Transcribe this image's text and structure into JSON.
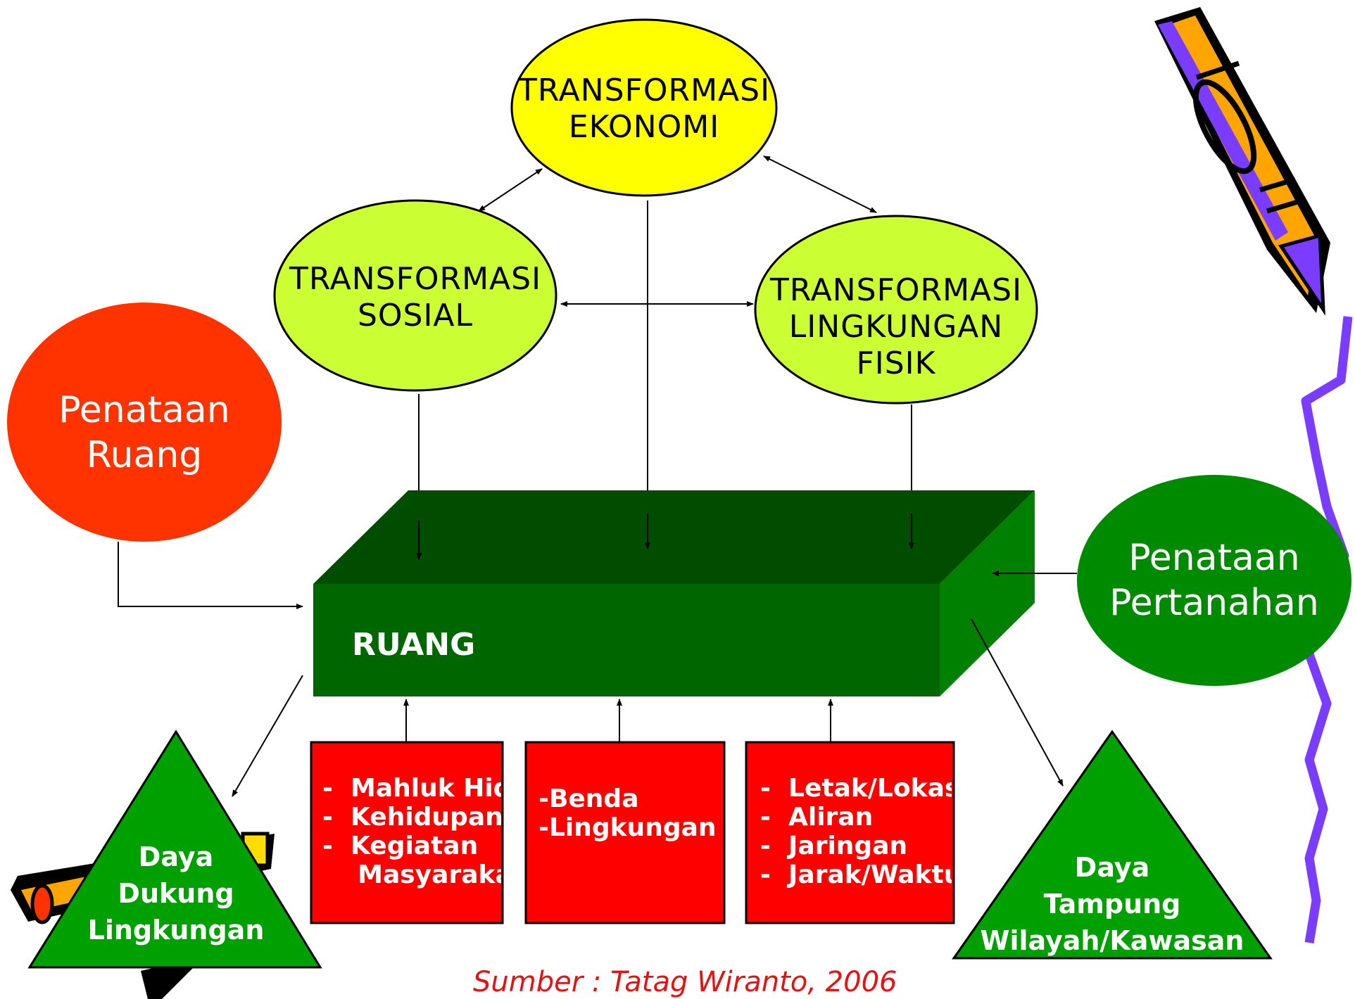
{
  "nodes": {
    "ekonomi": {
      "label": "TRANSFORMASI\nEKONOMI",
      "color": "#ffff00"
    },
    "sosial": {
      "label": "TRANSFORMASI\nSOSIAL",
      "color": "#ccff33"
    },
    "lingkungan": {
      "label": "TRANSFORMASI\nLINGKUNGAN\nFISIK",
      "color": "#ccff33"
    },
    "penataan_ruang": {
      "label": "Penataan\nRuang",
      "color": "#ff3300"
    },
    "penataan_pertanahan": {
      "label": "Penataan\nPertanahan",
      "color": "#008a00"
    },
    "ruang": {
      "label": "RUANG",
      "color": "#006600"
    },
    "daya_dukung": {
      "label": "Daya\nDukung\nLingkungan",
      "color": "#00a000"
    },
    "daya_tampung": {
      "label": "Daya\nTampung\nWilayah/Kawasan",
      "color": "#00a000"
    }
  },
  "boxes": {
    "box1": "-  Mahluk Hidup\n-  Kehidupan\n-  Kegiatan\n    Masyarakat",
    "box2": "-Benda\n-Lingkungan",
    "box3": "-  Letak/Lokasi\n-  Aliran\n-  Jaringan\n-  Jarak/Waktu",
    "box_color": "#ff0000"
  },
  "source": "Sumber : Tatag Wiranto, 2006"
}
